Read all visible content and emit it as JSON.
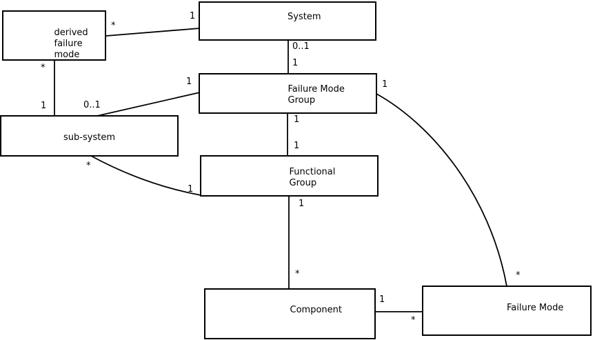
{
  "diagram": {
    "type": "uml-class-diagram",
    "colors": {
      "background": "#ffffff",
      "line": "#000000",
      "box_fill": "#ffffff",
      "text": "#000000"
    },
    "entities": [
      {
        "id": "derived-failure-mode",
        "label": "derived\nfailure\nmode"
      },
      {
        "id": "system",
        "label": "System"
      },
      {
        "id": "failure-mode-group",
        "label": "Failure Mode\nGroup"
      },
      {
        "id": "sub-system",
        "label": "sub-system"
      },
      {
        "id": "functional-group",
        "label": "Functional\nGroup"
      },
      {
        "id": "component",
        "label": "Component"
      },
      {
        "id": "failure-mode",
        "label": "Failure Mode"
      }
    ],
    "associations": [
      {
        "from": "derived failure mode",
        "to": "System",
        "from_mult": "*",
        "to_mult": "1"
      },
      {
        "from": "derived failure mode",
        "to": "sub-system",
        "from_mult": "*",
        "to_mult": "1"
      },
      {
        "from": "sub-system",
        "to": "Failure Mode Group",
        "from_mult": "0..1",
        "to_mult": "1"
      },
      {
        "from": "System",
        "to": "Failure Mode Group",
        "from_mult": "0..1",
        "to_mult": "1"
      },
      {
        "from": "Failure Mode Group",
        "to": "Functional Group",
        "from_mult": "1",
        "to_mult": "1"
      },
      {
        "from": "sub-system",
        "to": "Functional Group",
        "from_mult": "*",
        "to_mult": "1"
      },
      {
        "from": "Functional Group",
        "to": "Component",
        "from_mult": "1",
        "to_mult": "*"
      },
      {
        "from": "Component",
        "to": "Failure Mode",
        "from_mult": "1",
        "to_mult": "*"
      },
      {
        "from": "Failure Mode Group",
        "to": "Failure Mode",
        "from_mult": "1",
        "to_mult": "*"
      }
    ]
  }
}
